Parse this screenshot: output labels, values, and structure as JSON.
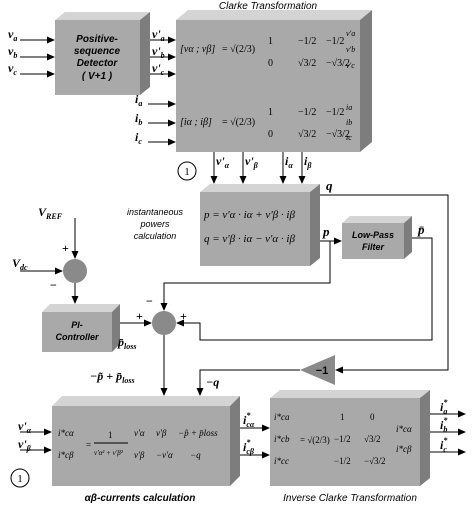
{
  "titles": {
    "clarke": "Clarke Transformation",
    "inst_powers_line1": "instantaneous",
    "inst_powers_line2": "powers",
    "inst_powers_line3": "calculation",
    "ab_currents": "αβ-currents calculation",
    "inv_clarke": "Inverse Clarke Transformation"
  },
  "blocks": {
    "psd_line1": "Positive-",
    "psd_line2": "sequence",
    "psd_line3": "Detector",
    "psd_line4": "( V+1 )",
    "lpf_line1": "Low-Pass",
    "lpf_line2": "Filter",
    "pi_line1": "PI-",
    "pi_line2": "Controller",
    "gain": "−1"
  },
  "inputs": {
    "va": "v",
    "va_sub": "a",
    "vb": "v",
    "vb_sub": "b",
    "vc": "v",
    "vc_sub": "c",
    "ia": "i",
    "ia_sub": "a",
    "ib": "i",
    "ib_sub": "b",
    "ic": "i",
    "ic_sub": "c",
    "vref": "V",
    "vref_sub": "REF",
    "vdc": "V",
    "vdc_sub": "dc"
  },
  "signals": {
    "vpa": "v'",
    "vpa_sub": "a",
    "vpb": "v'",
    "vpb_sub": "b",
    "vpc": "v'",
    "vpc_sub": "c",
    "v_alpha": "v'",
    "v_alpha_sub": "α",
    "v_beta": "v'",
    "v_beta_sub": "β",
    "i_alpha": "i",
    "i_alpha_sub": "α",
    "i_beta": "i",
    "i_beta_sub": "β",
    "p": "p",
    "q": "q",
    "pbar": "p̄",
    "ploss": "p̄",
    "ploss_sub": "loss",
    "neg_q": "−q",
    "ref_p": "−p̃ + p̄",
    "ref_p_sub": "loss",
    "ic_alpha": "i",
    "ic_alpha_sup": "*",
    "ic_alpha_sub": "cα",
    "ic_beta": "i",
    "ic_beta_sup": "*",
    "ic_beta_sub": "cβ",
    "out_a": "i",
    "out_a_sup": "*",
    "out_a_sub": "a",
    "out_b": "i",
    "out_b_sup": "*",
    "out_b_sub": "b",
    "out_c": "i",
    "out_c_sup": "*",
    "out_c_sub": "c",
    "circle_label": "1"
  },
  "signs": {
    "plus": "+",
    "minus": "−"
  },
  "equations": {
    "p_eq": "p = v'α · iα + v'β · iβ",
    "q_eq": "q = v'β · iα − v'α · iβ",
    "clarke_v_lhs": "[vα ; vβ]",
    "clarke_i_lhs": "[iα ; iβ]",
    "sqrt23": "= √(2/3)",
    "clarke_matrix_row1": [
      "1",
      "−1/2",
      "−1/2"
    ],
    "clarke_matrix_row2": [
      "0",
      "√3/2",
      "−√3/2"
    ],
    "clarke_v_vec": [
      "v'a",
      "v'b",
      "v'c"
    ],
    "clarke_i_vec": [
      "ia",
      "ib",
      "ic"
    ],
    "ab_lhs": [
      "i*cα",
      "i*cβ"
    ],
    "ab_frac_num": "1",
    "ab_frac_den": "v'α² + v'β²",
    "ab_matrix_row1": [
      "v'α",
      "v'β"
    ],
    "ab_matrix_row2": [
      "v'β",
      "−v'α"
    ],
    "ab_rhs": [
      "−p̃ + p̄loss",
      "−q"
    ],
    "inv_lhs": [
      "i*ca",
      "i*cb",
      "i*cc"
    ],
    "inv_matrix_row1": [
      "1",
      "0"
    ],
    "inv_matrix_row2": [
      "−1/2",
      "√3/2"
    ],
    "inv_matrix_row3": [
      "−1/2",
      "−√3/2"
    ],
    "inv_rhs": [
      "i*cα",
      "i*cβ"
    ]
  },
  "colors": {
    "block_front": "#a9a9a9",
    "block_top": "#d4d4d4",
    "block_side": "#7d7d7d",
    "summer": "#8a8a8a",
    "line": "#000000"
  }
}
